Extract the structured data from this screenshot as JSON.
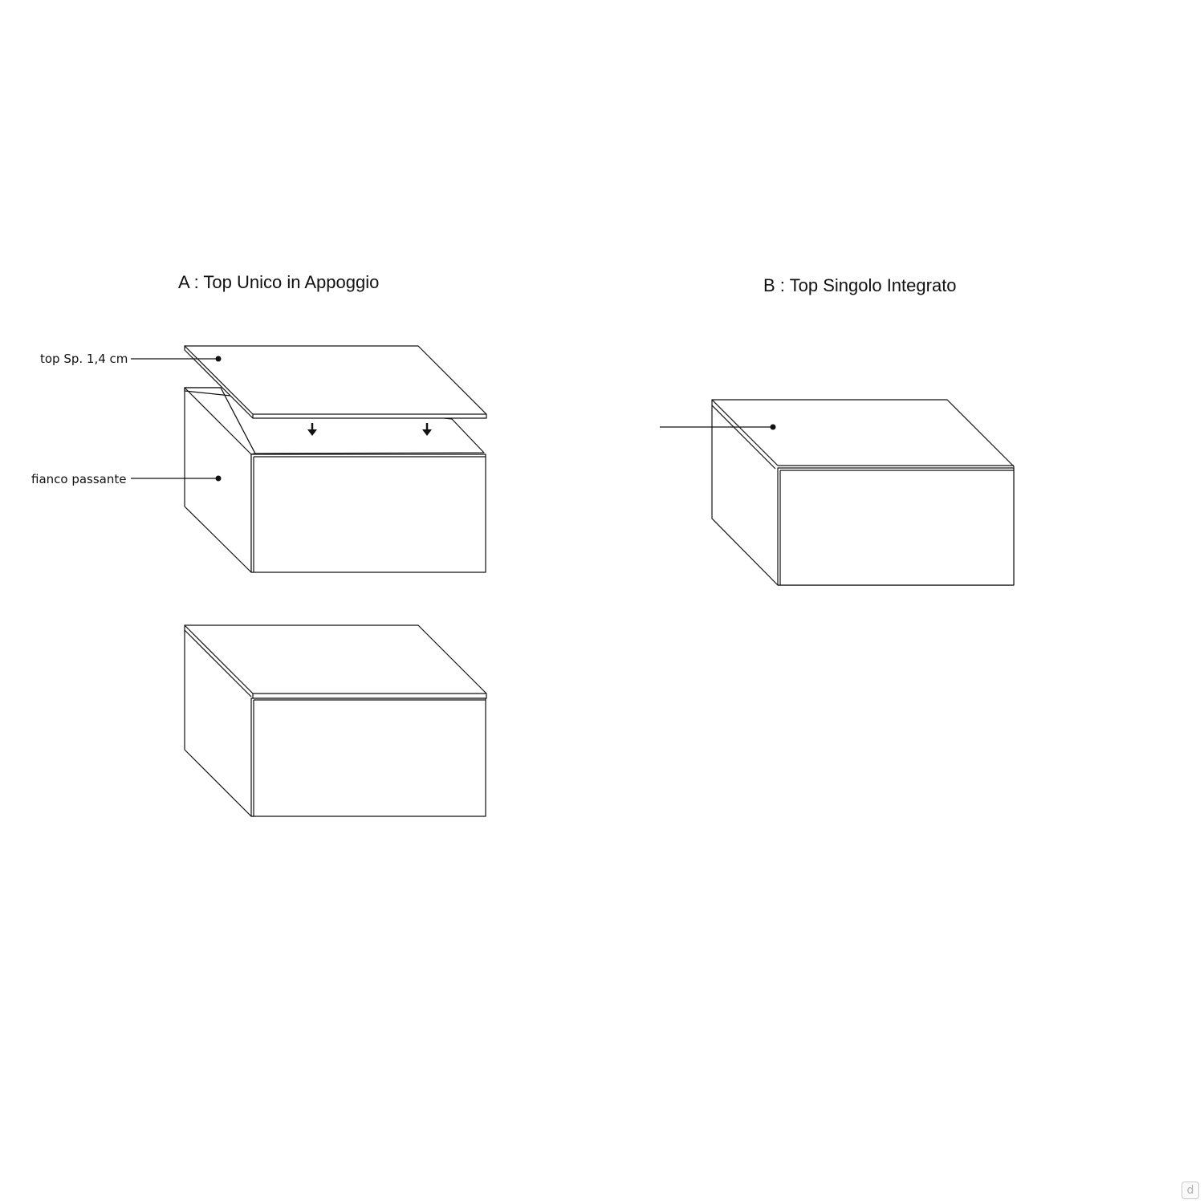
{
  "panel_a": {
    "title": "A : Top Unico in Appoggio",
    "label_top": "top Sp. 1,4 cm",
    "label_side": "fianco passante"
  },
  "panel_b": {
    "title": "B : Top Singolo Integrato"
  },
  "watermark": {
    "logo_text": "d"
  }
}
